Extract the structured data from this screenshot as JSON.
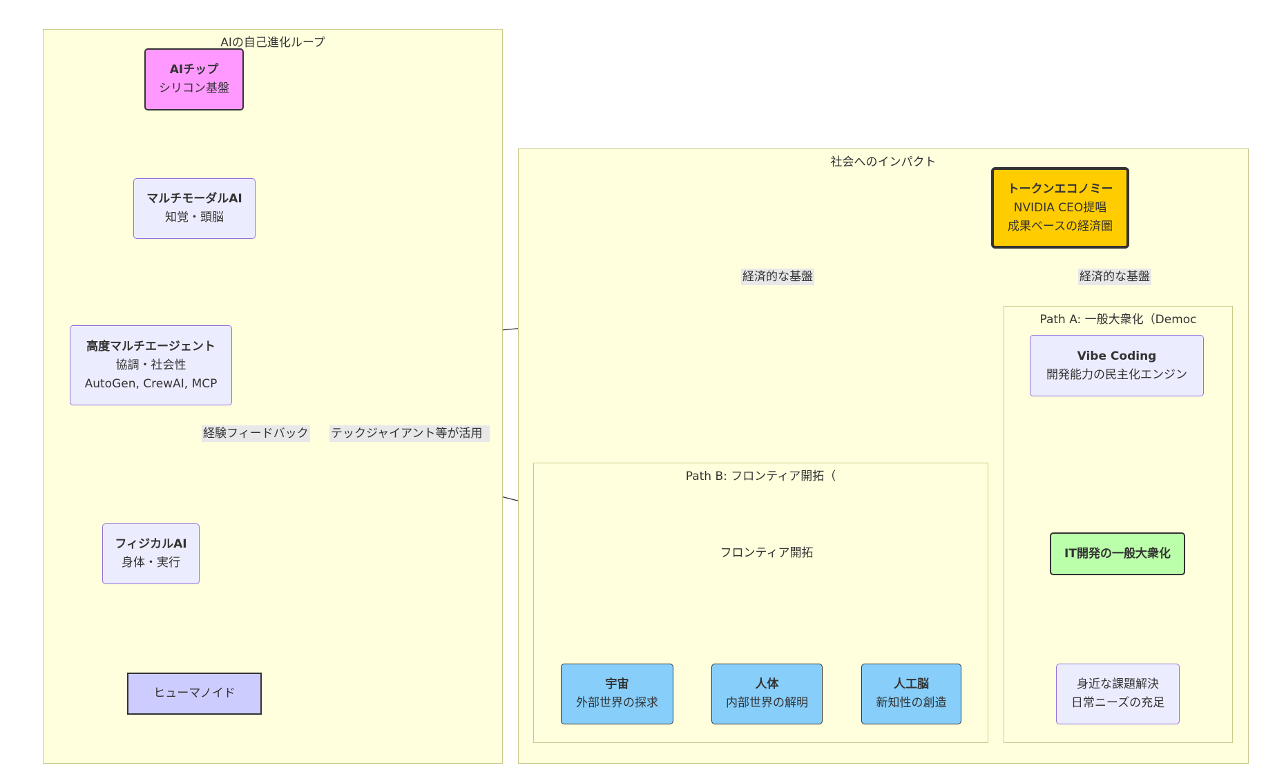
{
  "clusters": {
    "ai_loop": "AIの自己進化ループ",
    "impact": "社会へのインパクト",
    "path_a": "Path A: 一般大衆化（Democ",
    "path_b": "Path B: フロンティア開拓（"
  },
  "nodes": {
    "ai_chip": {
      "title": "AIチップ",
      "sub": "シリコン基盤"
    },
    "multimodal": {
      "title": "マルチモーダルAI",
      "sub": "知覚・頭脳"
    },
    "multi_agent": {
      "title": "高度マルチエージェント",
      "sub": "協調・社会性",
      "sub2": "AutoGen, CrewAI, MCP"
    },
    "physical": {
      "title": "フィジカルAI",
      "sub": "身体・実行"
    },
    "humanoid": {
      "label": "ヒューマノイド"
    },
    "token_economy": {
      "title": "トークンエコノミー",
      "sub": "NVIDIA CEO提唱",
      "sub2": "成果ベースの経済圏"
    },
    "vibe_coding": {
      "title": "Vibe Coding",
      "sub": "開発能力の民主化エンジン"
    },
    "it_dev": {
      "title": "IT開発の一般大衆化"
    },
    "daily": {
      "line1": "身近な課題解決",
      "line2": "日常ニーズの充足"
    },
    "frontier": {
      "label": "フロンティア開拓"
    },
    "space": {
      "title": "宇宙",
      "sub": "外部世界の探求"
    },
    "body": {
      "title": "人体",
      "sub": "内部世界の解明"
    },
    "brain": {
      "title": "人工脳",
      "sub": "新知性の創造"
    }
  },
  "edge_labels": {
    "economic_base_1": "経済的な基盤",
    "economic_base_2": "経済的な基盤",
    "feedback": "経験フィードバック",
    "tech_giants": "テックジャイアント等が活用"
  },
  "colors": {
    "cluster_bg": "#ffffde",
    "cluster_border": "#c9c98a",
    "node_default": "#ececff",
    "node_border": "#9370db",
    "ai_chip": "#ff99ff",
    "humanoid": "#ccccff",
    "token_economy": "#ffcc00",
    "frontier_blue": "#87cefa",
    "it_dev_green": "#bbffaa"
  }
}
